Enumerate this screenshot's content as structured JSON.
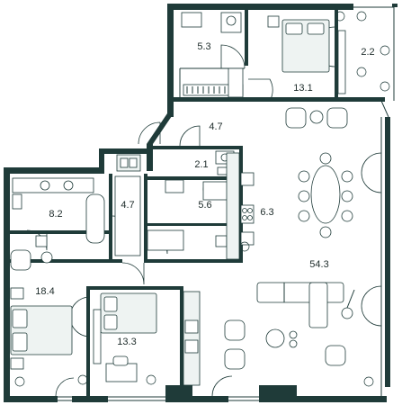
{
  "rooms": {
    "bathroom_top": {
      "area": "5.3"
    },
    "bedroom_top": {
      "area": "13.1"
    },
    "closet_right": {
      "area": "2.2"
    },
    "hall_center": {
      "area": "4.7"
    },
    "wc_small": {
      "area": "2.1"
    },
    "bathroom_left": {
      "area": "8.2"
    },
    "corridor_left": {
      "area": "4.7"
    },
    "bathroom_mid": {
      "area": "5.6"
    },
    "kitchen_strip": {
      "area": "6.3"
    },
    "living_room": {
      "area": "54.3"
    },
    "bedroom_left": {
      "area": "18.4"
    },
    "bedroom_bottom": {
      "area": "13.3"
    }
  },
  "colors": {
    "wall": "#1f3b39",
    "text": "#1d2b2a",
    "fixture_fill": "#eef3f2"
  }
}
